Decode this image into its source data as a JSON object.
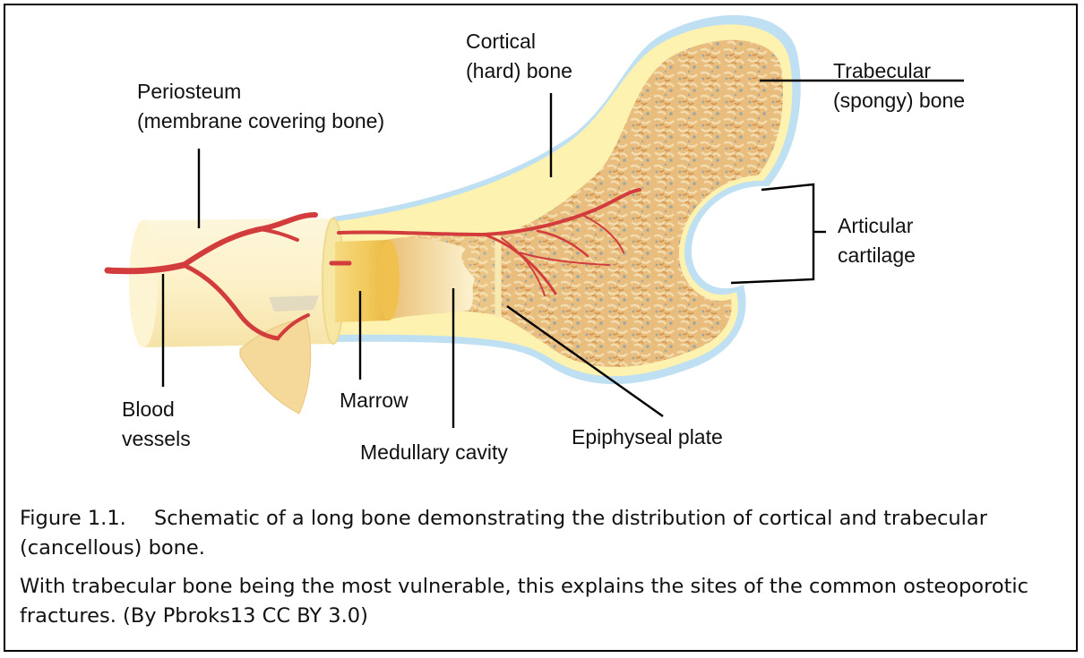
{
  "diagram": {
    "labels": {
      "periosteum_line1": "Periosteum",
      "periosteum_line2": "(membrane covering bone)",
      "cortical_line1": "Cortical",
      "cortical_line2": "(hard) bone",
      "trabecular_line1": "Trabecular",
      "trabecular_line2": "(spongy) bone",
      "articular_line1": "Articular",
      "articular_line2": "cartilage",
      "blood_line1": "Blood",
      "blood_line2": "vessels",
      "marrow": "Marrow",
      "medullary": "Medullary cavity",
      "epiphyseal": "Epiphyseal plate"
    },
    "colors": {
      "cartilage": "#bfe0f2",
      "cortical": "#fdf2b0",
      "shaft": "#fdf1c8",
      "spongy": "#e6b877",
      "vessel": "#d23c3c",
      "marrow": "#f2cb62"
    }
  },
  "caption": {
    "figure_number": "Figure 1.1.",
    "figure_text": "Schematic of a long bone demonstrating the distribution of cortical and trabecular (cancellous) bone.",
    "paragraph": "With trabecular bone being the most vulnerable, this explains the sites of the common osteoporotic fractures. (By Pbroks13 CC BY 3.0)"
  }
}
